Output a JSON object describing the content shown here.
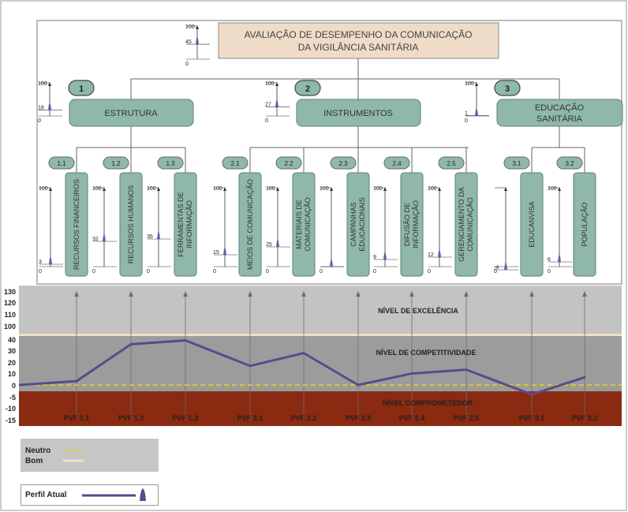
{
  "diagram": {
    "title_line1": "AVALIAÇÃO DE DESEMPENHO DA COMUNICAÇÃO",
    "title_line2": "DA VIGILÂNCIA SANITÁRIA",
    "title_gauge": {
      "max": "100",
      "value": "45",
      "min": "0",
      "level": 45
    },
    "groups": [
      {
        "badge": "1",
        "label_lines": [
          "ESTRUTURA"
        ],
        "gauge": {
          "max": "100",
          "value": "18",
          "min": "0",
          "level": 18
        }
      },
      {
        "badge": "2",
        "label_lines": [
          "INSTRUMENTOS"
        ],
        "gauge": {
          "max": "100",
          "value": "27",
          "min": "0",
          "level": 27
        }
      },
      {
        "badge": "3",
        "label_lines": [
          "EDUCAÇÃO",
          "SANITÁRIA"
        ],
        "gauge": {
          "max": "100",
          "value": "1",
          "min": "0",
          "level": 1
        }
      }
    ],
    "items": [
      {
        "badge": "1.1",
        "label_lines": [
          "RECURSOS FINANCEIROS"
        ],
        "gauge": {
          "max": "100",
          "value": "3",
          "min": "0",
          "level": 3
        }
      },
      {
        "badge": "1.2",
        "label_lines": [
          "RECURSOS HUMANOS"
        ],
        "gauge": {
          "max": "100",
          "value": "32",
          "min": "0",
          "level": 32
        }
      },
      {
        "badge": "1.3",
        "label_lines": [
          "FERRAMENTAS DE",
          "INFORMAÇÃO"
        ],
        "gauge": {
          "max": "100",
          "value": "35",
          "min": "0",
          "level": 35
        }
      },
      {
        "badge": "2.1",
        "label_lines": [
          "MEIOS DE COMUNICAÇÃO"
        ],
        "gauge": {
          "max": "100",
          "value": "15",
          "min": "0",
          "level": 15
        }
      },
      {
        "badge": "2.2",
        "label_lines": [
          "MATERIAIS DE",
          "COMUNICAÇÃO"
        ],
        "gauge": {
          "max": "100",
          "value": "25",
          "min": "0",
          "level": 25
        }
      },
      {
        "badge": "2.3",
        "label_lines": [
          "CAMPANHAS",
          "EDUCACIONAIS"
        ],
        "gauge": {
          "max": "100",
          "value": "",
          "min": "0",
          "level": 0
        }
      },
      {
        "badge": "2.4",
        "label_lines": [
          "DIFUSÃO DE",
          "INFORMAÇÃO"
        ],
        "gauge": {
          "max": "100",
          "value": "9",
          "min": "0",
          "level": 9
        }
      },
      {
        "badge": "2.5",
        "label_lines": [
          "GERENCIAMENTO DA",
          "COMUNICAÇÃO"
        ],
        "gauge": {
          "max": "100",
          "value": "12",
          "min": "0",
          "level": 12
        }
      },
      {
        "badge": "3.1",
        "label_lines": [
          "EDUCANVISA"
        ],
        "gauge": {
          "max": "",
          "value": "-4",
          "min": "0",
          "level": -4
        }
      },
      {
        "badge": "3.2",
        "label_lines": [
          "POPULAÇÃO"
        ],
        "gauge": {
          "max": "100",
          "value": "6",
          "min": "0",
          "level": 6
        }
      }
    ]
  },
  "chart_data": {
    "type": "line",
    "categories": [
      "PVF 1.1",
      "PVF 1.2",
      "PVF 1.3",
      "PVF 2.1",
      "PVF 2.2",
      "PVF 2.3",
      "PVF 2.4",
      "PVF 2.5",
      "PVF 3.1",
      "PVF 3.2"
    ],
    "series": [
      {
        "name": "Perfil Atual",
        "values": [
          3,
          32,
          35,
          15,
          25,
          0,
          9,
          12,
          -4,
          6
        ]
      }
    ],
    "line_start_value": 0,
    "yticks": [
      "130",
      "120",
      "110",
      "100",
      "40",
      "30",
      "20",
      "10",
      "0",
      "-5",
      "-10",
      "-15"
    ],
    "bands": [
      "NÍVEL DE EXCELÊNCIA",
      "NÍVEL DE COMPETITIVIDADE",
      "NÍVEL COMPROMETEDOR"
    ],
    "colors": {
      "excelencia": "#c3c3c3",
      "competitividade": "#9c9c9c",
      "comprometedor": "#8a2a10",
      "line": "#5b4a8b",
      "neutro": "#e8d800",
      "bom": "#f1e1c8"
    }
  },
  "legend": {
    "neutro": "Neutro",
    "bom": "Bom",
    "perfil": "Perfil Atual"
  }
}
